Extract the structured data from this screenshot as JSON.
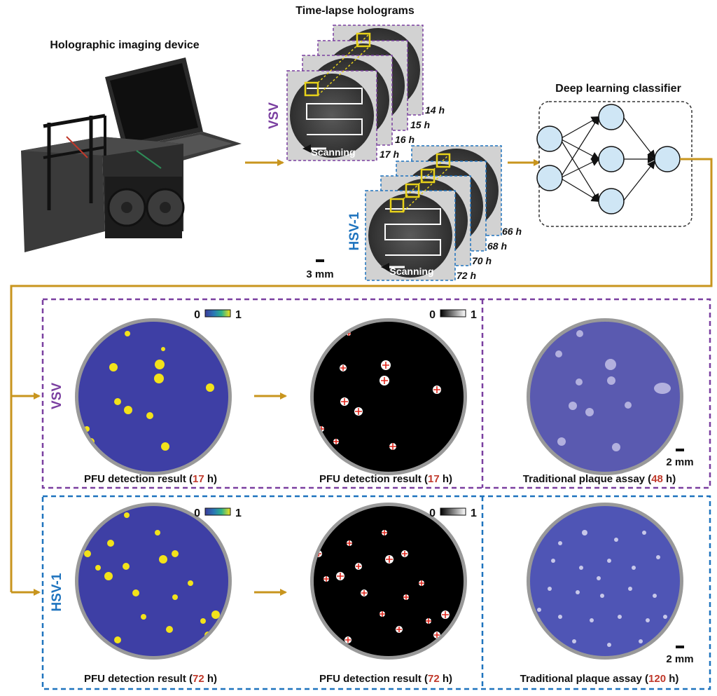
{
  "colors": {
    "arrow": "#C8951E",
    "vsv": "#7A3FA0",
    "hsv": "#1E73BE",
    "highlight": "#C0392B",
    "yellow": "#E8D21A"
  },
  "top": {
    "device_title": "Holographic imaging device",
    "holograms_title": "Time-lapse holograms",
    "classifier_title": "Deep learning classifier",
    "vsv_label": "VSV",
    "hsv_label": "HSV-1",
    "scanning_label": "Scanning",
    "scale_bar": "3 mm",
    "vsv_times": [
      "14 h",
      "15 h",
      "16 h",
      "17 h"
    ],
    "hsv_times": [
      "66 h",
      "68 h",
      "70 h",
      "72 h"
    ]
  },
  "rows": [
    {
      "virus": "VSV",
      "colorbar_left": "0",
      "colorbar_right": "1",
      "scale_bar": "2 mm",
      "captions": [
        {
          "before": "PFU detection result (",
          "hl": "17",
          "after": " h)"
        },
        {
          "before": "PFU detection result (",
          "hl": "17",
          "after": " h)"
        },
        {
          "before": "Traditional plaque assay (",
          "hl": "48",
          "after": " h)"
        }
      ]
    },
    {
      "virus": "HSV-1",
      "colorbar_left": "0",
      "colorbar_right": "1",
      "scale_bar": "2 mm",
      "captions": [
        {
          "before": "PFU detection result (",
          "hl": "72",
          "after": " h)"
        },
        {
          "before": "PFU detection result (",
          "hl": "72",
          "after": " h)"
        },
        {
          "before": "Traditional plaque assay (",
          "hl": "120",
          "after": " h)"
        }
      ]
    }
  ]
}
